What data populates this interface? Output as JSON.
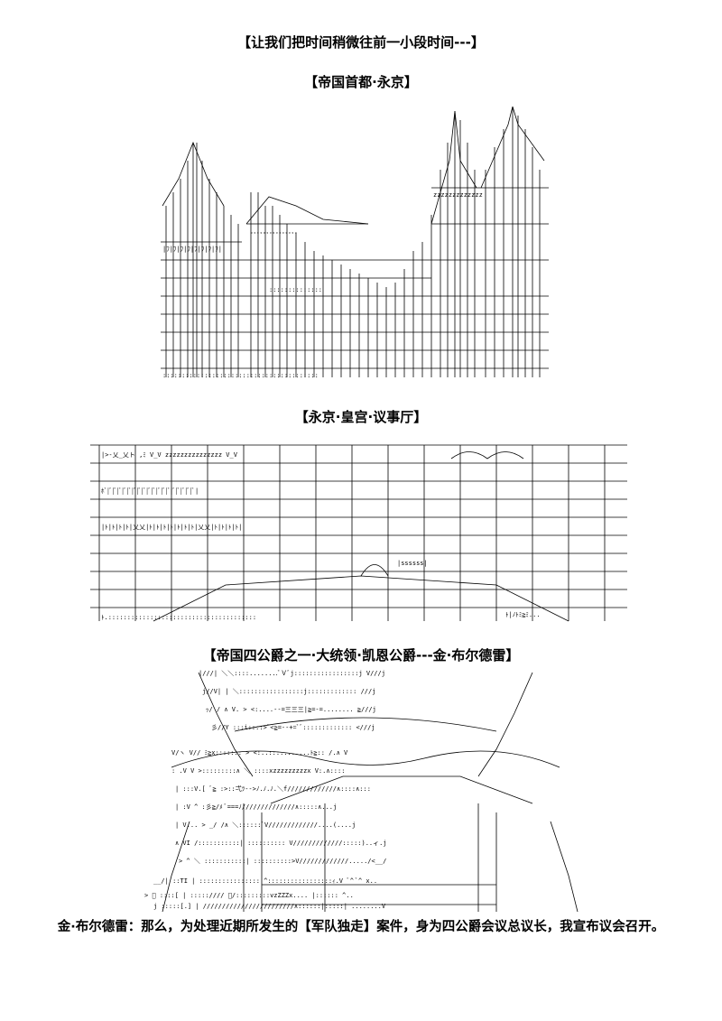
{
  "captions": {
    "intro": "【让我们把时间稍微往前一小段时间---】",
    "capital": "【帝国首都·永京】",
    "palace": "【永京·皇宫·议事厅】",
    "duke": "【帝国四公爵之一·大统领·凯恩公爵---金·布尔德雷】"
  },
  "dialogue": "金·布尔德雷：那么，为处理近期所发生的【军队独走】案件，身为四公爵会议总议长，我宣布议会召开。",
  "colors": {
    "ink": "#000000",
    "paper": "#ffffff"
  }
}
